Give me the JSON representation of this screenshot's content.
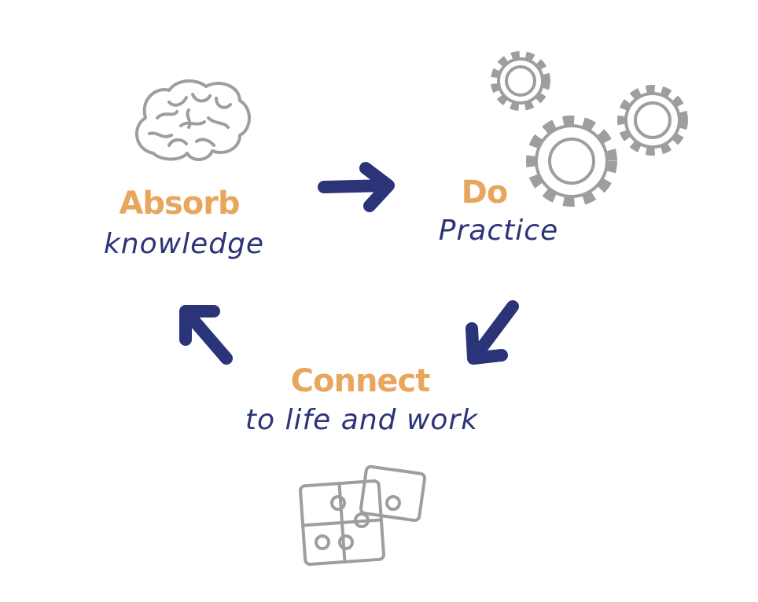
{
  "colors": {
    "accent": "#E8A65C",
    "primary": "#2B3479",
    "icon": "#9E9E9E"
  },
  "steps": [
    {
      "title": "Absorb",
      "subtitle": "knowledge",
      "icon": "brain-icon"
    },
    {
      "title": "Do",
      "subtitle": "Practice",
      "icon": "gears-icon"
    },
    {
      "title": "Connect",
      "subtitle": "to life and work",
      "icon": "puzzle-icon"
    }
  ]
}
